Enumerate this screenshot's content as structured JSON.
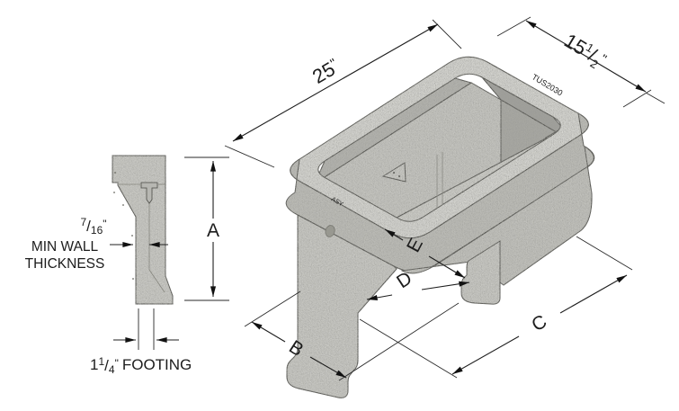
{
  "drawing": {
    "title": "Precast concrete service box technical drawing",
    "views": [
      "wall-cross-section",
      "isometric-box"
    ]
  },
  "section": {
    "height_label": "A",
    "wall_thickness": {
      "num": "7",
      "den": "16",
      "unit": "\""
    },
    "wall_note_line1": "MIN WALL",
    "wall_note_line2": "THICKNESS",
    "footing": {
      "whole": "1",
      "num": "1",
      "den": "4",
      "unit": "\"",
      "word": "FOOTING"
    }
  },
  "iso": {
    "length": {
      "whole": "25",
      "unit": "\""
    },
    "width": {
      "whole": "15",
      "num": "1",
      "den": "2",
      "unit": "\""
    },
    "dim_b": "B",
    "dim_c": "C",
    "dim_d": "D",
    "dim_e": "E",
    "rim_marking": "TUS2030",
    "rim_marking_small": "ASY"
  },
  "colors": {
    "concrete_light": "#d6d6d1",
    "concrete_mid": "#c6c6c1",
    "concrete_band": "#bdbdb8",
    "concrete_dark": "#aaaaa5",
    "line": "#1f1f1f",
    "background": "#ffffff"
  }
}
